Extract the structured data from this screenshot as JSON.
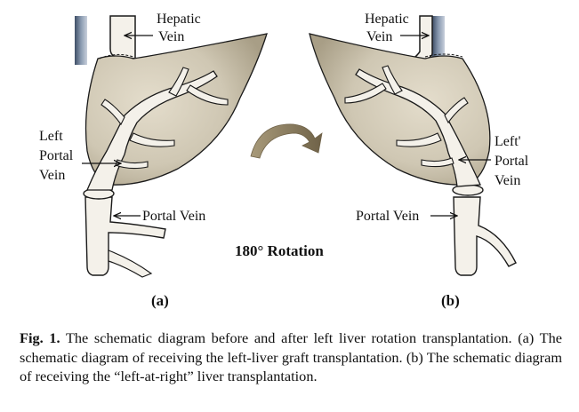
{
  "panel_a": {
    "hepatic_vein_line1": "Hepatic",
    "hepatic_vein_line2": "Vein",
    "left_portal_line1": "Left",
    "left_portal_line2": "Portal",
    "left_portal_line3": "Vein",
    "portal_vein": "Portal Vein",
    "panel_label": "(a)"
  },
  "panel_b": {
    "hepatic_vein_line1": "Hepatic",
    "hepatic_vein_line2": "Vein",
    "left_portal_line1": "Left'",
    "left_portal_line2": "Portal",
    "left_portal_line3": "Vein",
    "portal_vein": "Portal Vein",
    "panel_label": "(b)"
  },
  "rotation_label": "180° Rotation",
  "caption": {
    "fig_label": "Fig. 1.",
    "text": "The schematic diagram before and after left liver rotation transplantation. (a) The schematic diagram of receiving the left-liver graft transplantation. (b) The schematic diagram of receiving the “left-at-right” liver transplantation."
  },
  "colors": {
    "liver_fill": "#cfc7b3",
    "liver_shade": "#a89e86",
    "vein_fill": "#f4f1ea",
    "hepatic_vein_stripe": "#6d7f96",
    "arrow_color": "#8a7a5c",
    "stroke": "#1a1a1a"
  }
}
